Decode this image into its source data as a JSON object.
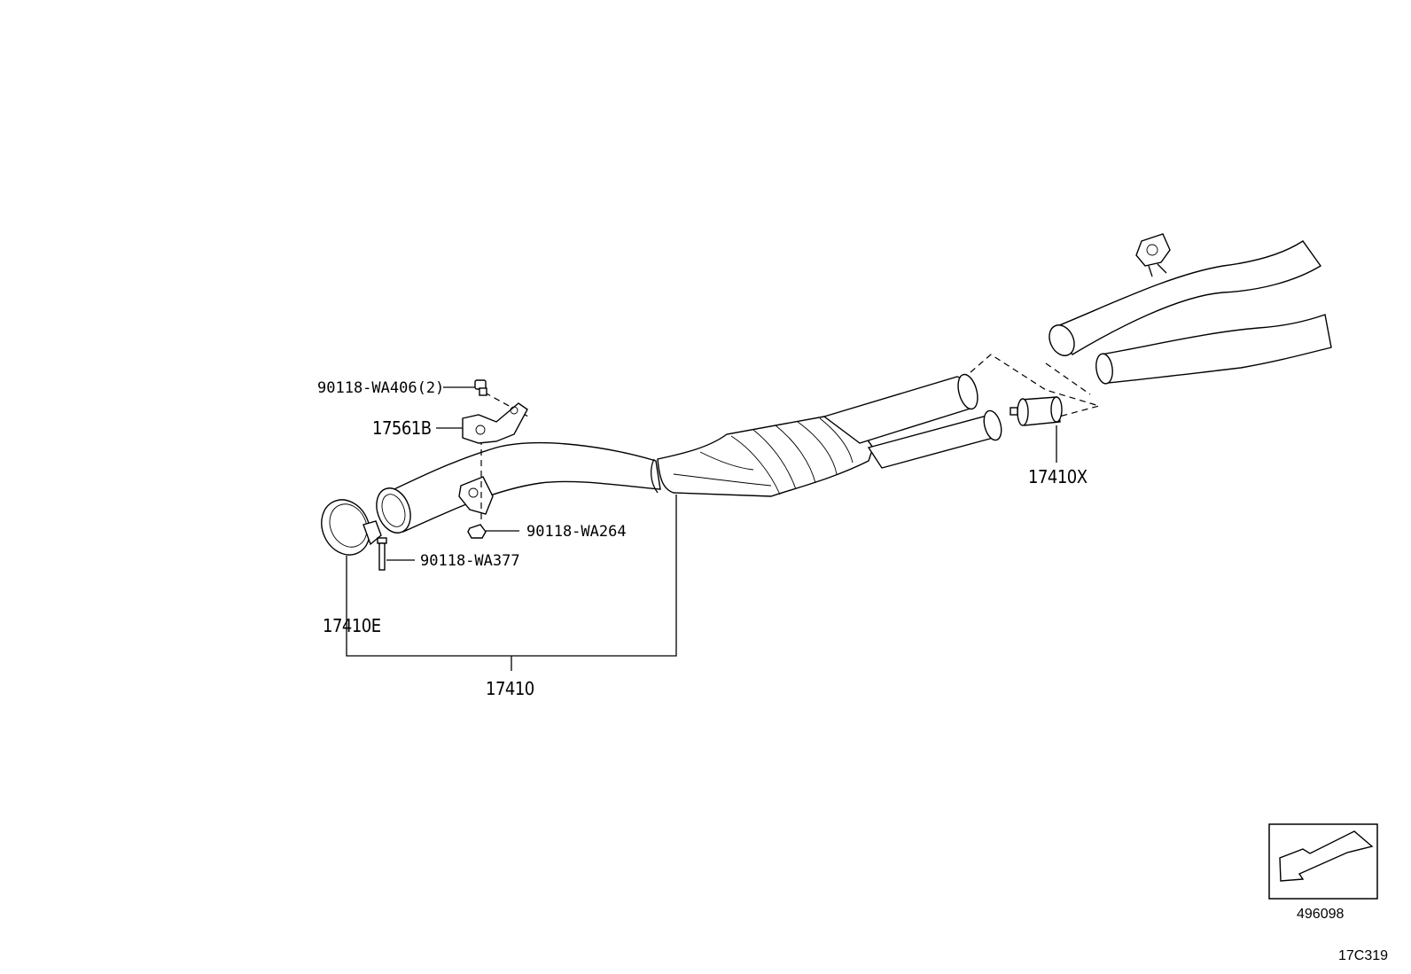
{
  "labels": {
    "bolt_top": "90118-WA406(2)",
    "bracket": "17561B",
    "nut": "90118-WA264",
    "bolt_clamp": "90118-WA377",
    "clamp": "17410E",
    "pipe_assembly": "17410",
    "connector": "17410X"
  },
  "direction_box": {
    "code": "496098",
    "icon": "front-direction-arrow-icon"
  },
  "page_code": "17C319"
}
